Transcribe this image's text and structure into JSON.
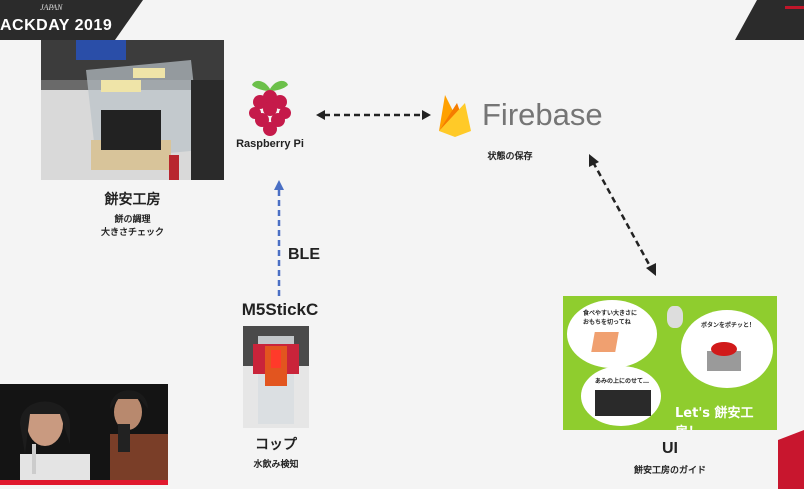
{
  "banner": {
    "title": "ACKDAY 2019",
    "subtitle": "JAPAN",
    "bg_color": "#2b2b2b"
  },
  "nodes": {
    "mochi_kobo": {
      "title": "餅安工房",
      "lines": [
        "餅の調理",
        "大きさチェック"
      ]
    },
    "raspberry_pi": {
      "label": "Raspberry Pi",
      "icon": "raspberry-pi-logo"
    },
    "firebase": {
      "label": "Firebase",
      "caption": "状態の保存",
      "icon": "firebase-flame-logo"
    },
    "m5stickc": {
      "label": "M5StickC"
    },
    "cup": {
      "title": "コップ",
      "caption": "水飲み検知"
    },
    "ui": {
      "title": "UI",
      "caption": "餅安工房のガイド"
    }
  },
  "connections": {
    "ble_label": "BLE",
    "ble_color": "#4a6fc4"
  },
  "ui_guide": {
    "bg_color": "#8fcd2e",
    "bubble1": "食べやすい大きさに\nおもちを切ってね",
    "bubble2": "あみの上にのせて…",
    "bubble3": "ボタンをポチッと！",
    "slogan": "Let's 餅安工房！"
  },
  "colors": {
    "accent_red": "#e0182d",
    "firebase_text": "#757575"
  }
}
